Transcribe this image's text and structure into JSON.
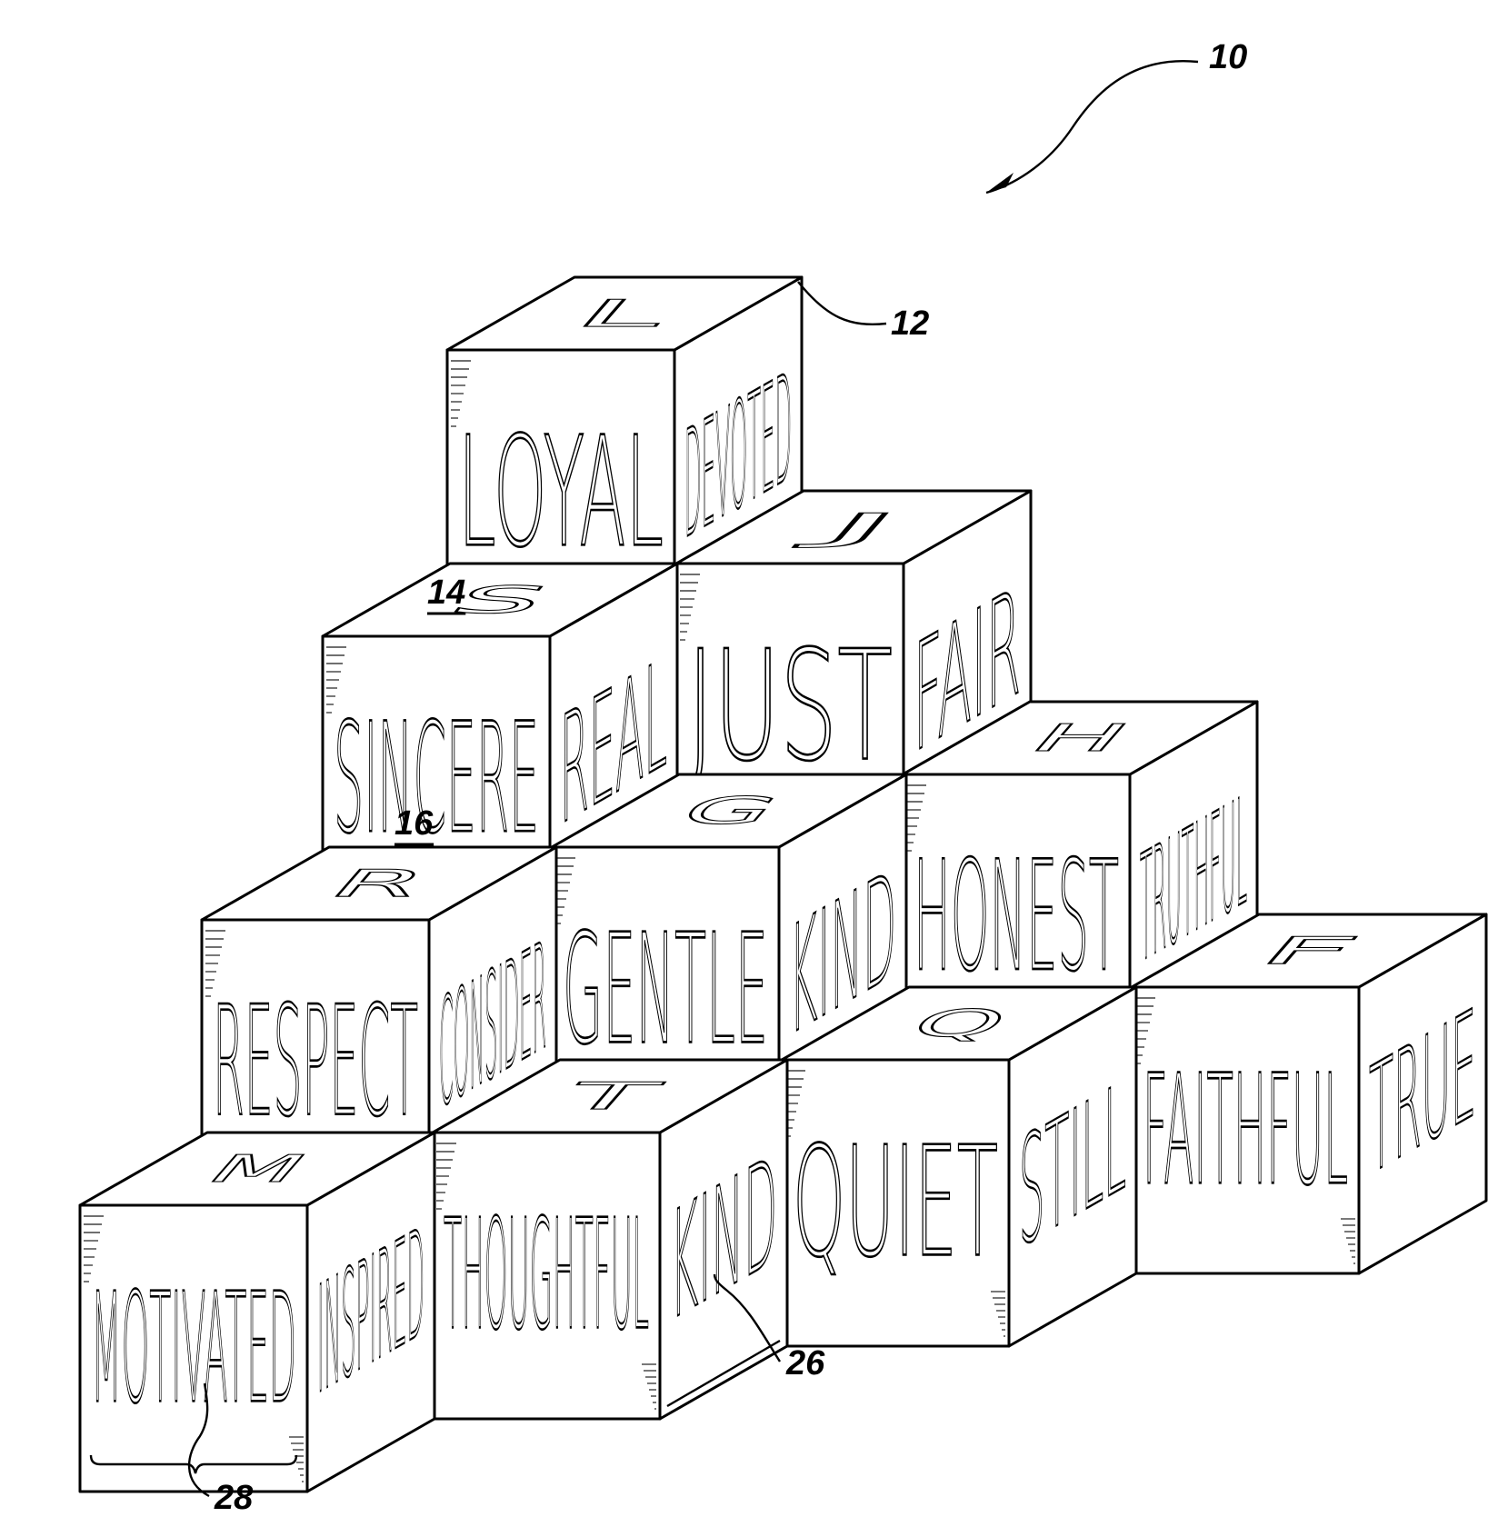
{
  "figure": {
    "reference_labels": {
      "assembly": "10",
      "block": "12",
      "top_face": "14",
      "front_face": "16",
      "side_word": "26",
      "bracket": "28"
    },
    "underlined_labels": [
      "14",
      "16"
    ],
    "blocks": [
      {
        "id": "loyal",
        "front": "LOYAL",
        "side": "DEVOTED",
        "top": "L"
      },
      {
        "id": "sincere",
        "front": "SINCERE",
        "side": "REAL",
        "top": "S"
      },
      {
        "id": "just",
        "front": "JUST",
        "side": "FAIR",
        "top": "J"
      },
      {
        "id": "respect",
        "front": "RESPECT",
        "side": "CONSIDER",
        "top": "R"
      },
      {
        "id": "gentle",
        "front": "GENTLE",
        "side": "KIND",
        "top": "G"
      },
      {
        "id": "honest",
        "front": "HONEST",
        "side": "TRUTHFUL",
        "top": "H"
      },
      {
        "id": "motivated",
        "front": "MOTIVATED",
        "side": "INSPIRED",
        "top": "M"
      },
      {
        "id": "thoughtful",
        "front": "THOUGHTFUL",
        "side": "KIND",
        "top": "T"
      },
      {
        "id": "quiet",
        "front": "QUIET",
        "side": "STILL",
        "top": "Q"
      },
      {
        "id": "faithful",
        "front": "FAITHFUL",
        "side": "TRUE",
        "top": "F"
      }
    ]
  }
}
